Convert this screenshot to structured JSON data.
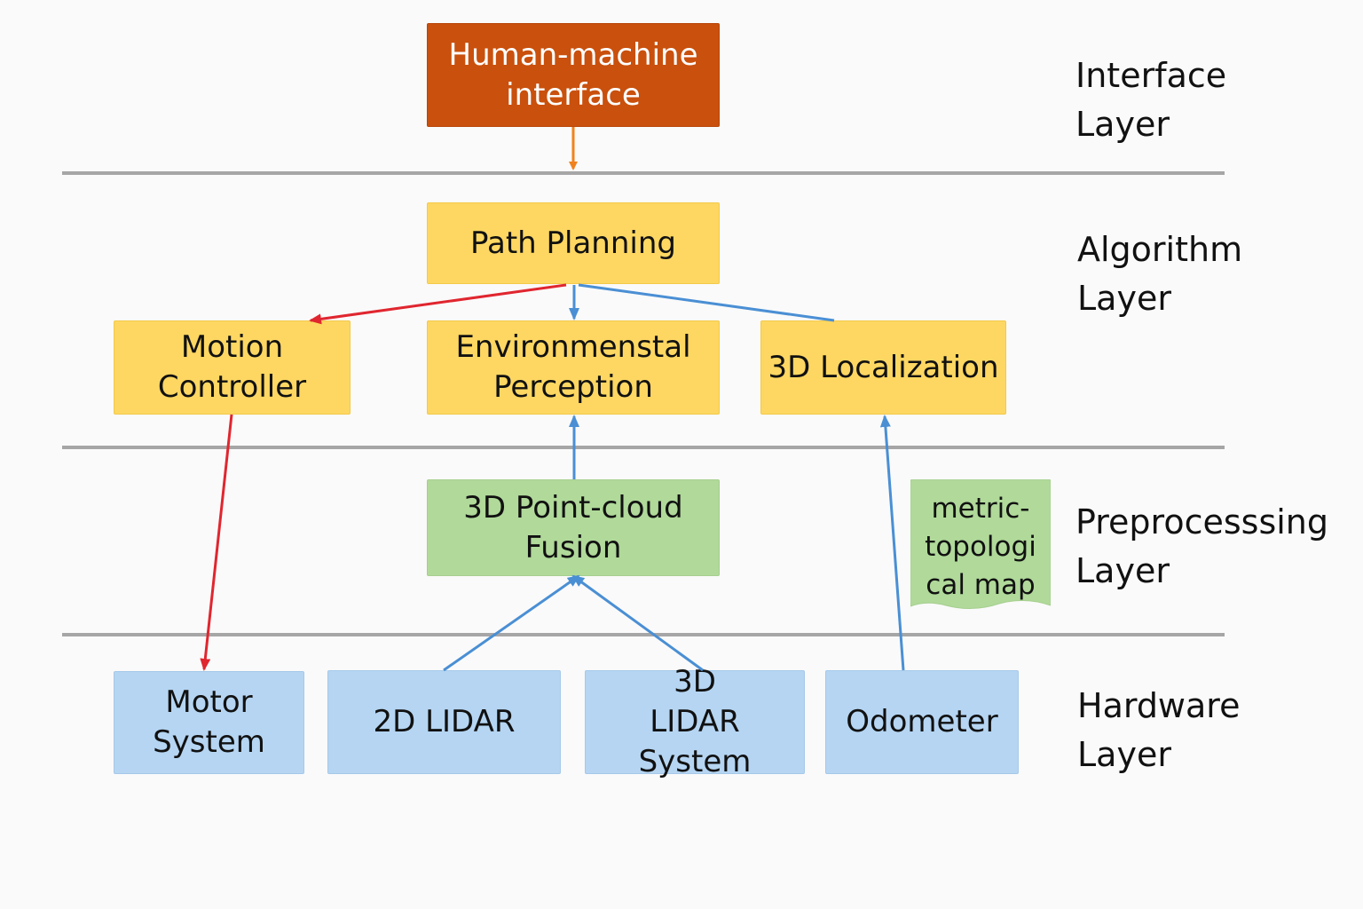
{
  "layers": [
    {
      "id": "interface",
      "label": "Interface Layer"
    },
    {
      "id": "algorithm",
      "label": "Algorithm Layer"
    },
    {
      "id": "preprocessing",
      "label": "Preprocesssing Layer"
    },
    {
      "id": "hardware",
      "label": "Hardware Layer"
    }
  ],
  "nodes": {
    "hmi": {
      "label": "Human-machine interface",
      "layer": "interface"
    },
    "path_planning": {
      "label": "Path Planning",
      "layer": "algorithm"
    },
    "motion_controller": {
      "label": "Motion Controller",
      "layer": "algorithm"
    },
    "env_perception": {
      "label": "Environmenstal Perception",
      "layer": "algorithm"
    },
    "localization": {
      "label": "3D Localization",
      "layer": "algorithm"
    },
    "pointcloud_fusion": {
      "label": "3D Point-cloud Fusion",
      "layer": "preprocessing"
    },
    "map": {
      "label": "metric-topological map",
      "layer": "preprocessing",
      "shape": "document"
    },
    "motor_system": {
      "label": "Motor System",
      "layer": "hardware"
    },
    "lidar_2d": {
      "label": "2D LIDAR",
      "layer": "hardware"
    },
    "lidar_3d": {
      "label": "3D LIDAR System",
      "layer": "hardware"
    },
    "odometer": {
      "label": "Odometer",
      "layer": "hardware"
    }
  },
  "edges": [
    {
      "from": "hmi",
      "to": "path_planning",
      "color": "orange"
    },
    {
      "from": "path_planning",
      "to": "motion_controller",
      "color": "red"
    },
    {
      "from": "path_planning",
      "to": "env_perception",
      "color": "blue"
    },
    {
      "from": "path_planning",
      "to": "localization",
      "color": "blue"
    },
    {
      "from": "motion_controller",
      "to": "motor_system",
      "color": "red"
    },
    {
      "from": "pointcloud_fusion",
      "to": "env_perception",
      "color": "blue"
    },
    {
      "from": "lidar_2d",
      "to": "pointcloud_fusion",
      "color": "blue"
    },
    {
      "from": "lidar_3d",
      "to": "pointcloud_fusion",
      "color": "blue"
    },
    {
      "from": "odometer",
      "to": "localization",
      "color": "blue"
    }
  ],
  "colors": {
    "interface": "#c9500d",
    "algorithm": "#fdd762",
    "preprocessing": "#b0d99a",
    "hardware": "#b5d5f2",
    "orange": "#f0821e",
    "red": "#e0262f",
    "blue": "#4a8fd4",
    "divider": "#a6a6a6"
  }
}
